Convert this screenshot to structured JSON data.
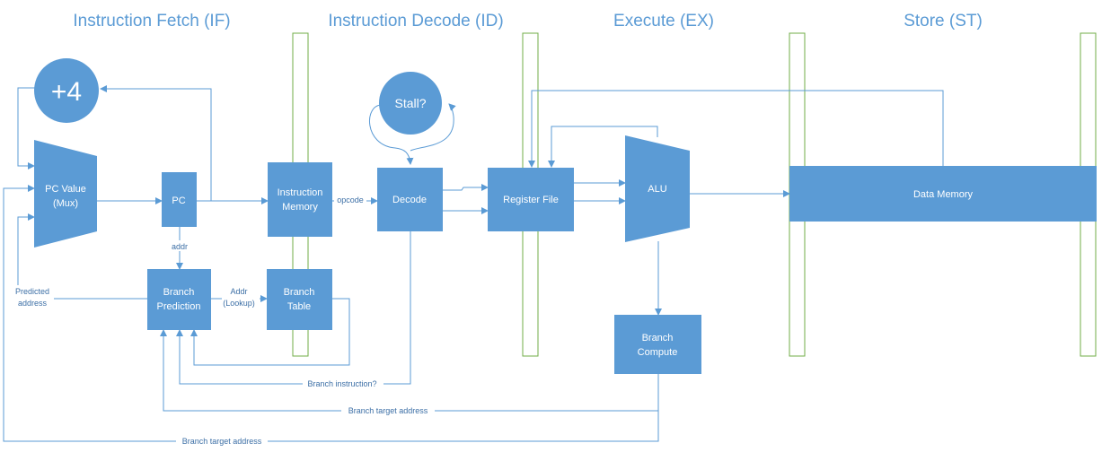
{
  "stages": {
    "if": "Instruction Fetch (IF)",
    "id": "Instruction Decode (ID)",
    "ex": "Execute (EX)",
    "st": "Store (ST)"
  },
  "nodes": {
    "plus4": "+4",
    "stall": "Stall?",
    "pc_mux_1": "PC Value",
    "pc_mux_2": "(Mux)",
    "pc": "PC",
    "imem_1": "Instruction",
    "imem_2": "Memory",
    "decode": "Decode",
    "regfile": "Register File",
    "alu": "ALU",
    "dmem": "Data Memory",
    "bp_1": "Branch",
    "bp_2": "Prediction",
    "bt_1": "Branch",
    "bt_2": "Table",
    "bc_1": "Branch",
    "bc_2": "Compute"
  },
  "edge_labels": {
    "opcode": "opcode",
    "addr": "addr",
    "addr_lookup_1": "Addr",
    "addr_lookup_2": "(Lookup)",
    "predicted_1": "Predicted",
    "predicted_2": "address",
    "branch_instr": "Branch instruction?",
    "target_1": "Branch target address",
    "target_2": "Branch target address"
  },
  "colors": {
    "box_fill": "#5b9bd5",
    "line": "#5b9bd5",
    "register_bar": "#70ad47",
    "title": "#5b9bd5"
  }
}
